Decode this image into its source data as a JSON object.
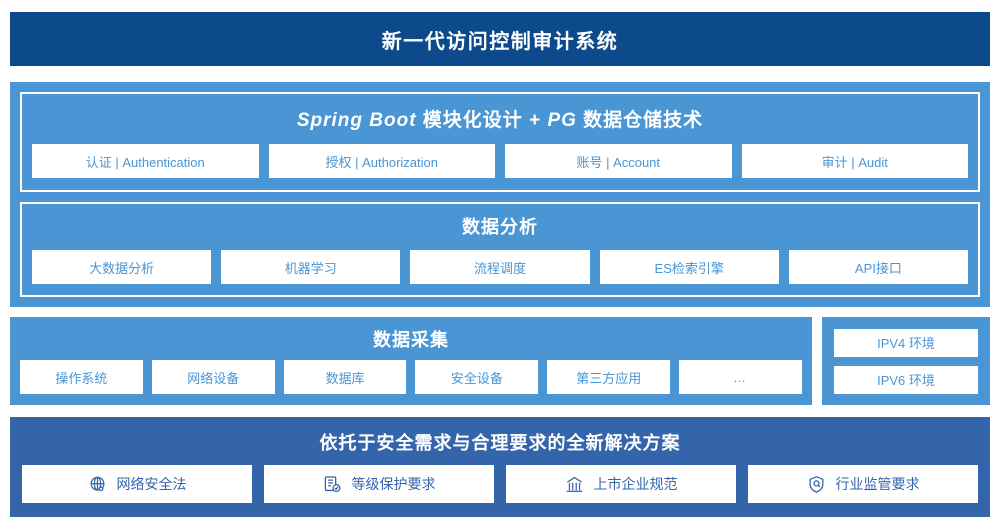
{
  "header": {
    "title": "新一代访问控制审计系统"
  },
  "architecture": {
    "springboot": {
      "title_latin_1": "Spring Boot",
      "title_cjk_1": " 模块化设计 + ",
      "title_latin_2": "PG",
      "title_cjk_2": " 数据仓储技术",
      "title_full": "Spring Boot 模块化设计 + PG 数据仓储技术",
      "cards": [
        {
          "label": "认证 | Authentication"
        },
        {
          "label": "授权 | Authorization"
        },
        {
          "label": "账号 | Account"
        },
        {
          "label": "审计 | Audit"
        }
      ]
    },
    "analysis": {
      "title": "数据分析",
      "cards": [
        {
          "label": "大数据分析"
        },
        {
          "label": "机器学习"
        },
        {
          "label": "流程调度"
        },
        {
          "label": "ES检索引擎"
        },
        {
          "label": "API接口"
        }
      ]
    }
  },
  "collection": {
    "title": "数据采集",
    "cards": [
      {
        "label": "操作系统"
      },
      {
        "label": "网络设备"
      },
      {
        "label": "数据库"
      },
      {
        "label": "安全设备"
      },
      {
        "label": "第三方应用"
      },
      {
        "label": "…"
      }
    ]
  },
  "environment": {
    "items": [
      {
        "label": "IPV4 环境"
      },
      {
        "label": "IPV6 环境"
      }
    ]
  },
  "compliance": {
    "title": "依托于安全需求与合理要求的全新解决方案",
    "cards": [
      {
        "label": "网络安全法",
        "icon": "globe-icon"
      },
      {
        "label": "等级保护要求",
        "icon": "document-check-icon"
      },
      {
        "label": "上市企业规范",
        "icon": "bank-icon"
      },
      {
        "label": "行业监管要求",
        "icon": "shield-search-icon"
      }
    ]
  },
  "colors": {
    "header_navy": "#0d4a8c",
    "panel_blue": "#4a95d4",
    "bottom_blue": "#3465ab",
    "card_white": "#ffffff"
  }
}
